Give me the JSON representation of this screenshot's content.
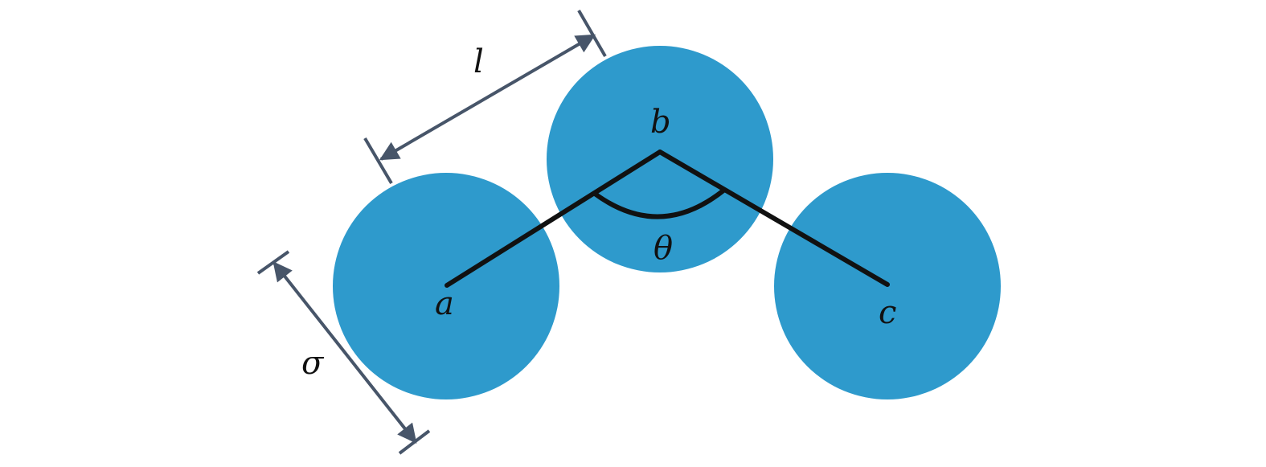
{
  "colors": {
    "bead": "#2e9acc",
    "bond": "#111111",
    "dimension": "#475569",
    "background": "#ffffff"
  },
  "labels": {
    "bead_a": "a",
    "bead_b": "b",
    "bead_c": "c",
    "angle": "θ",
    "bond_length": "l",
    "diameter": "σ"
  }
}
